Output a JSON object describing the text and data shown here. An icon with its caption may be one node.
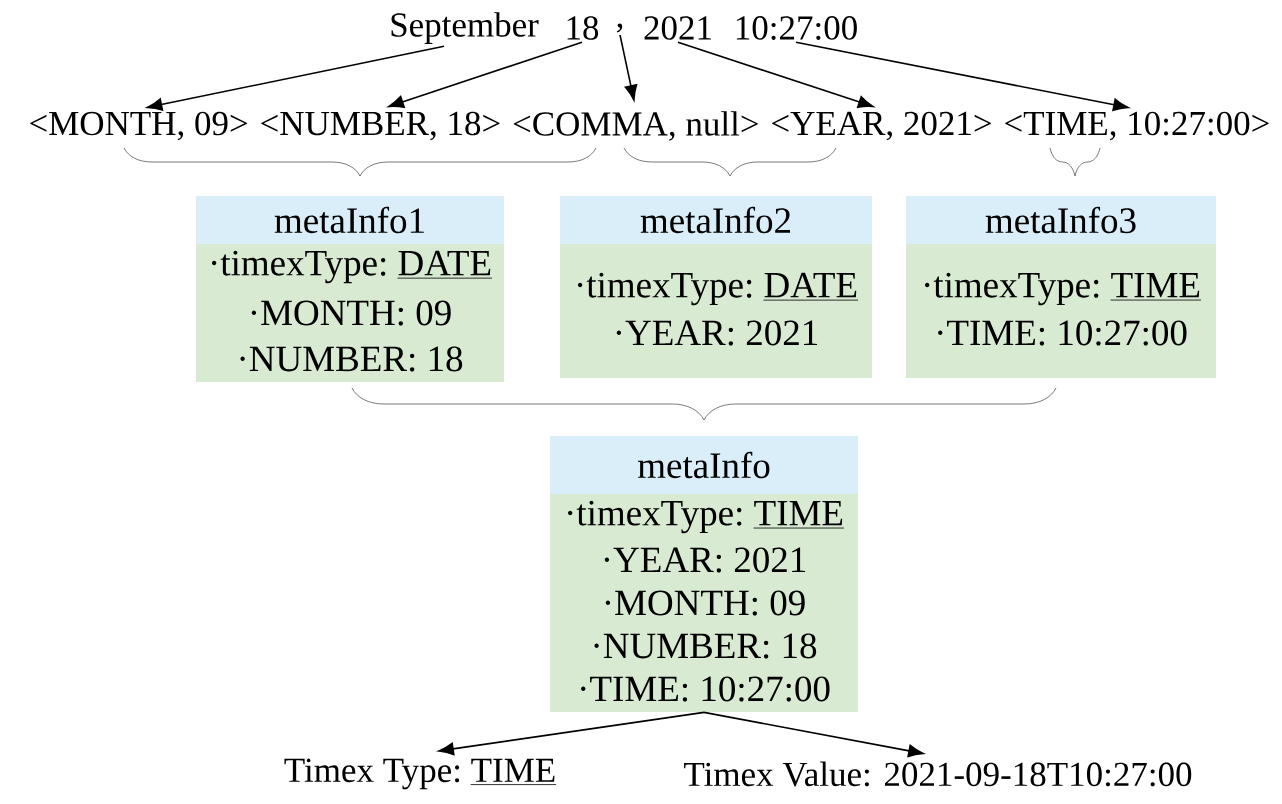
{
  "diagram": {
    "nodes": [
      {
        "text": [
          "September"
        ]
      },
      {
        "text": [
          "18"
        ]
      },
      {
        "text": [
          ","
        ]
      },
      {
        "text": [
          "2021"
        ]
      },
      {
        "text": [
          "10:27:00"
        ]
      },
      {
        "text": [
          "<MONTH, 09>"
        ]
      },
      {
        "text": [
          "<NUMBER, 18>"
        ]
      },
      {
        "text": [
          "<COMMA, null>"
        ]
      },
      {
        "text": [
          "<YEAR, 2021>"
        ]
      },
      {
        "text": [
          "<TIME, 10:27:00>"
        ]
      },
      {
        "text": [
          "metaInfo1",
          "·timexType:",
          "DATE",
          "·MONTH: 09",
          "·NUMBER: 18"
        ]
      },
      {
        "text": [
          "metaInfo2",
          "·timexType:",
          "DATE",
          "·YEAR: 2021"
        ]
      },
      {
        "text": [
          "metaInfo3",
          "·timexType:",
          "TIME",
          "·TIME: 10:27:00"
        ]
      },
      {
        "text": [
          "metaInfo",
          "·timexType:",
          "TIME",
          "·YEAR: 2021",
          "·MONTH: 09",
          "·NUMBER: 18",
          "·TIME: 10:27:00"
        ]
      },
      {
        "text": [
          "Timex Type:",
          "TIME"
        ]
      },
      {
        "text": [
          "Timex Value: 2021-09-18T10:27:00"
        ]
      }
    ],
    "edges": [
      {
        "from": 0,
        "to": 5,
        "arrow": "to"
      },
      {
        "from": 1,
        "to": 6,
        "arrow": "to"
      },
      {
        "from": 2,
        "to": 7,
        "arrow": "to"
      },
      {
        "from": 3,
        "to": 8,
        "arrow": "to"
      },
      {
        "from": 4,
        "to": 9,
        "arrow": "to"
      },
      {
        "from": 13,
        "to": 14,
        "arrow": "to"
      },
      {
        "from": 13,
        "to": 15,
        "arrow": "to"
      }
    ]
  }
}
